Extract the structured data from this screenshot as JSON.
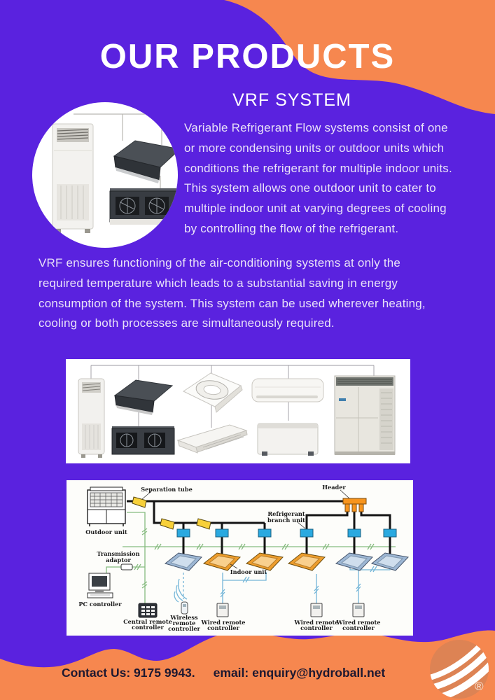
{
  "header": {
    "title": "OUR PRODUCTS",
    "subtitle": "VRF SYSTEM"
  },
  "intro": {
    "lines": [
      "Variable Refrigerant Flow systems consist of one",
      "or more condensing units or outdoor units which",
      "conditions the refrigerant for multiple indoor units.",
      "This system allows one outdoor unit to cater to",
      "multiple indoor unit at varying degrees of cooling",
      "by controlling the flow of the refrigerant."
    ]
  },
  "body": {
    "lines": [
      "VRF ensures functioning of the air-conditioning systems at only the",
      "required temperature which leads to a substantial saving in energy",
      "consumption of the system. This system can be used wherever heating,",
      "cooling or both processes are simultaneously required."
    ]
  },
  "diagram": {
    "labels": {
      "separation_tube": "Separation tube",
      "header": "Header",
      "outdoor_unit": "Outdoor unit",
      "refrigerant_l1": "Refrigerant",
      "refrigerant_l2": "branch unit",
      "transmission_l1": "Transmission",
      "transmission_l2": "adaptor",
      "pc": "PC controller",
      "central_l1": "Central remote",
      "central_l2": "controller",
      "wireless_l1": "Wireless",
      "wireless_l2": "remote",
      "wireless_l3": "controller",
      "wired_l1": "Wired remote",
      "wired_l2": "controller",
      "indoor_unit": "Indoor unit"
    }
  },
  "footer": {
    "contact": "Contact Us: 9175 9943.",
    "email": "email: enquiry@hydroball.net",
    "registered": "®"
  },
  "colors": {
    "purple": "#5a22df",
    "orange": "#f6874f",
    "header_branch": "#f7941d",
    "branch_box": "#2aa9e0",
    "separation_tube": "#f7d039",
    "body_text": "#e9e2f8",
    "footer_text": "#1d1830"
  }
}
